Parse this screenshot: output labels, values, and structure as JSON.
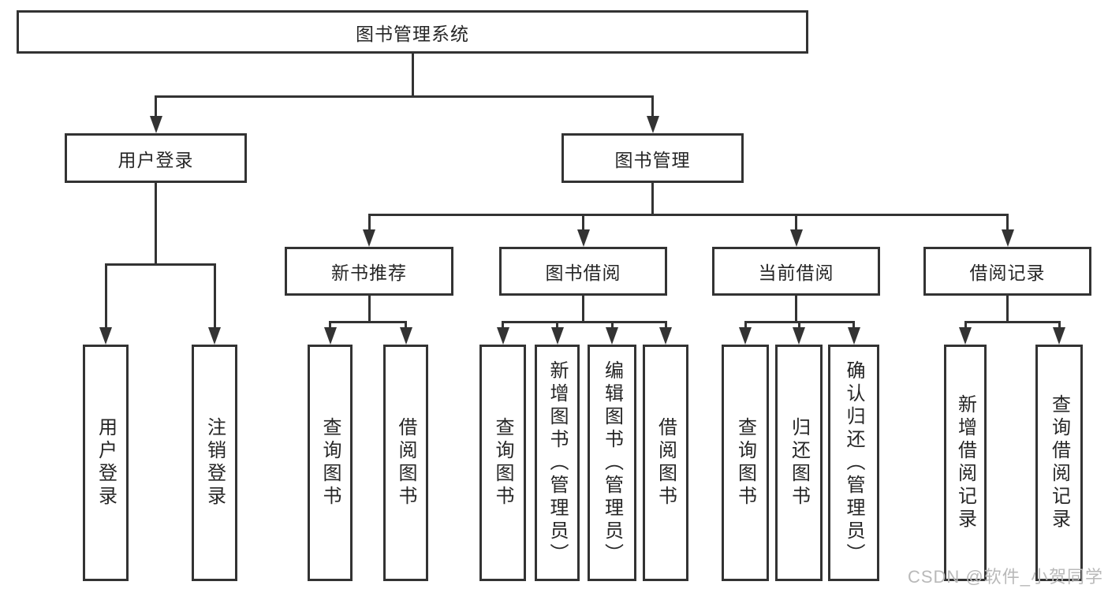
{
  "title": "图书管理系统",
  "colors": {
    "line": "#333333",
    "text": "#262626",
    "background": "#ffffff",
    "watermark": "#b9b9b9"
  },
  "watermark": {
    "text": "CSDN @软件_小贺同学"
  },
  "nodes": [
    {
      "id": "root",
      "name": "library-management-system",
      "label": "图书管理系统",
      "vertical": false
    },
    {
      "id": "user-login",
      "name": "user-login",
      "label": "用户登录",
      "vertical": false
    },
    {
      "id": "book-mgmt",
      "name": "book-management",
      "label": "图书管理",
      "vertical": false
    },
    {
      "id": "new-book-rec",
      "name": "new-book-recommendation",
      "label": "新书推荐",
      "vertical": false
    },
    {
      "id": "book-borrow",
      "name": "book-borrowing",
      "label": "图书借阅",
      "vertical": false
    },
    {
      "id": "current-borrow",
      "name": "current-borrowing",
      "label": "当前借阅",
      "vertical": false
    },
    {
      "id": "borrow-records",
      "name": "borrowing-records",
      "label": "借阅记录",
      "vertical": false
    },
    {
      "id": "v-user-login",
      "name": "user-login-action",
      "label": "用户登录",
      "vertical": true
    },
    {
      "id": "v-logout",
      "name": "logout-action",
      "label": "注销登录",
      "vertical": true
    },
    {
      "id": "v-query-book-1",
      "name": "query-books-recommendation",
      "label": "查询图书",
      "vertical": true
    },
    {
      "id": "v-borrow-book-1",
      "name": "borrow-books-recommendation",
      "label": "借阅图书",
      "vertical": true
    },
    {
      "id": "v-query-book-2",
      "name": "query-books-borrowing",
      "label": "查询图书",
      "vertical": true
    },
    {
      "id": "v-add-book",
      "name": "add-books-admin",
      "label": "新增图书（管理员）",
      "vertical": true
    },
    {
      "id": "v-edit-book",
      "name": "edit-books-admin",
      "label": "编辑图书（管理员）",
      "vertical": true
    },
    {
      "id": "v-borrow-book-2",
      "name": "borrow-books-borrowing",
      "label": "借阅图书",
      "vertical": true
    },
    {
      "id": "v-query-book-3",
      "name": "query-books-current",
      "label": "查询图书",
      "vertical": true
    },
    {
      "id": "v-return-book",
      "name": "return-books",
      "label": "归还图书",
      "vertical": true
    },
    {
      "id": "v-confirm-return",
      "name": "confirm-return-admin",
      "label": "确认归还（管理员）",
      "vertical": true
    },
    {
      "id": "v-add-borrow-record",
      "name": "add-borrow-record",
      "label": "新增借阅记录",
      "vertical": true
    },
    {
      "id": "v-query-borrow-record",
      "name": "query-borrow-record",
      "label": "查询借阅记录",
      "vertical": true
    }
  ],
  "edges": [
    {
      "parent": "root",
      "children": [
        "user-login",
        "book-mgmt"
      ]
    },
    {
      "parent": "user-login",
      "children": [
        "v-user-login",
        "v-logout"
      ]
    },
    {
      "parent": "book-mgmt",
      "children": [
        "new-book-rec",
        "book-borrow",
        "current-borrow",
        "borrow-records"
      ]
    },
    {
      "parent": "new-book-rec",
      "children": [
        "v-query-book-1",
        "v-borrow-book-1"
      ]
    },
    {
      "parent": "book-borrow",
      "children": [
        "v-query-book-2",
        "v-add-book",
        "v-edit-book",
        "v-borrow-book-2"
      ]
    },
    {
      "parent": "current-borrow",
      "children": [
        "v-query-book-3",
        "v-return-book",
        "v-confirm-return"
      ]
    },
    {
      "parent": "borrow-records",
      "children": [
        "v-add-borrow-record",
        "v-query-borrow-record"
      ]
    }
  ]
}
